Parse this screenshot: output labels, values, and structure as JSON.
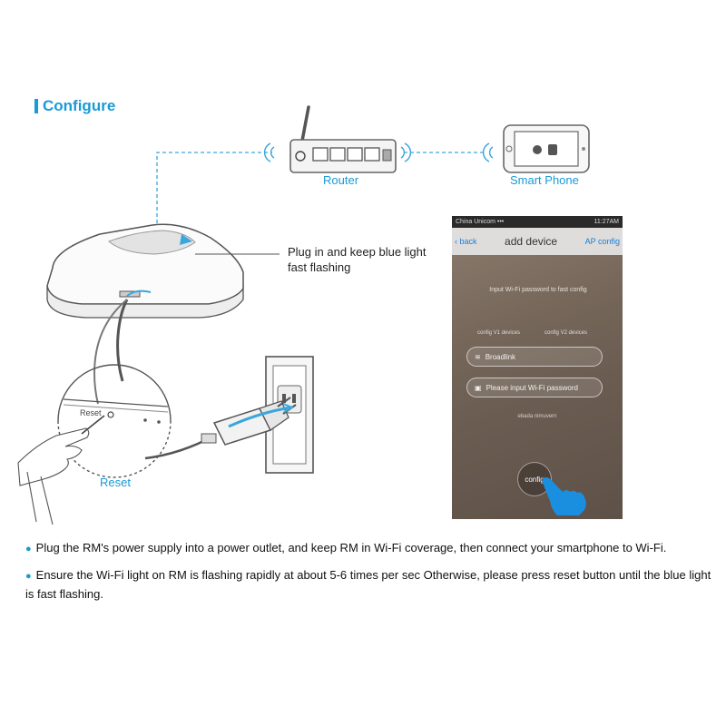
{
  "title": "Configure",
  "labels": {
    "router": "Router",
    "smart_phone": "Smart Phone",
    "plug_in": "Plug in and keep blue light fast flashing",
    "reset_button_text": "Reset",
    "reset": "Reset"
  },
  "phone": {
    "status_carrier": "China Unicom •••",
    "status_time": "11:27AM",
    "nav_back": "back",
    "nav_title": "add device",
    "nav_ap": "AP config",
    "hint": "Input Wi-Fi password to fast config",
    "seg_left": "config V1 devices",
    "seg_right": "config V2 devices",
    "wifi_name": "Broadlink",
    "password_placeholder": "Please input Wi-Fi password",
    "small_link": "ebada nimuvern",
    "config_button": "config"
  },
  "notes": [
    "Plug the RM's power supply into a power outlet, and keep RM in Wi-Fi coverage, then connect  your smartphone to Wi-Fi.",
    "Ensure the Wi-Fi light on RM is flashing rapidly at about 5-6 times per sec  Otherwise, please press reset button until the blue light is fast flashing."
  ],
  "colors": {
    "accent": "#1a9ad6",
    "text": "#222222"
  }
}
